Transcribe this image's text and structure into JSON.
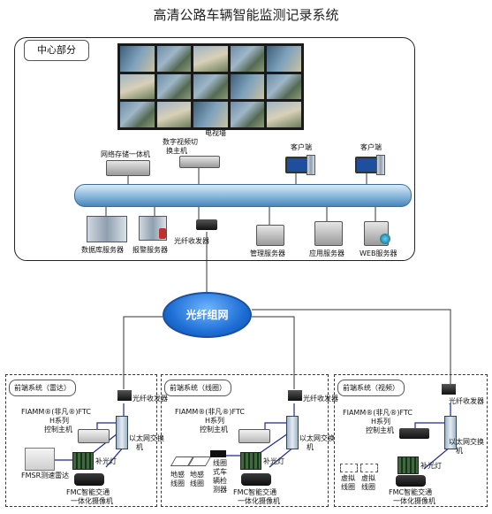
{
  "title": "高清公路车辆智能监测记录系统",
  "center": {
    "label": "中心部分",
    "video_wall": "电视墙",
    "nvr": "网络存储一体机",
    "switcher_line1": "数字视频切",
    "switcher_line2": "换主机",
    "client1": "客户端",
    "client2": "客户端",
    "db_server": "数据库服务器",
    "alarm_server": "报警服务器",
    "fiber_transceiver": "光纤收发器",
    "mgmt_server": "管理服务器",
    "app_server": "应用服务器",
    "web_server": "WEB服务器"
  },
  "network": {
    "fiber_network": "光纤组网"
  },
  "fronts": [
    {
      "label": "前端系统（雷达）",
      "transceiver": "光纤收发器",
      "controller_l1": "FIAMM®(非凡®)FTC",
      "controller_l2": "H系列",
      "controller_l3": "控制主机",
      "switch_l1": "以太网交换",
      "switch_l2": "机",
      "lamp": "补光灯",
      "sensor_l1": "FMSR测速雷达",
      "camera_l1": "FMC智能交通",
      "camera_l2": "一体化摄像机"
    },
    {
      "label": "前端系统（线圈）",
      "transceiver": "光纤收发器",
      "controller_l1": "FIAMM®(非凡®)FTC",
      "controller_l2": "H系列",
      "controller_l3": "控制主机",
      "switch_l1": "以太网交换",
      "switch_l2": "机",
      "lamp": "补光灯",
      "loop1_l1": "地感",
      "loop1_l2": "线圈",
      "loop2_l1": "地感",
      "loop2_l2": "线圈",
      "detector_l1": "线圈",
      "detector_l2": "式车",
      "detector_l3": "辆检",
      "detector_l4": "测器",
      "camera_l1": "FMC智能交通",
      "camera_l2": "一体化摄像机"
    },
    {
      "label": "前端系统（视频）",
      "transceiver": "光纤收发器",
      "controller_l1": "FIAMM®(非凡®)FTC",
      "controller_l2": "H系列",
      "controller_l3": "控制主机",
      "switch_l1": "以太网交换",
      "switch_l2": "机",
      "lamp": "补光灯",
      "vloop1_l1": "虚拟",
      "vloop1_l2": "线圈",
      "vloop2_l1": "虚拟",
      "vloop2_l2": "线圈",
      "camera_l1": "FMC智能交通",
      "camera_l2": "一体化摄像机"
    }
  ],
  "colors": {
    "bus": "#7fb0d8",
    "cloud": "#1f6fd6",
    "link": "#1a2a8c"
  }
}
